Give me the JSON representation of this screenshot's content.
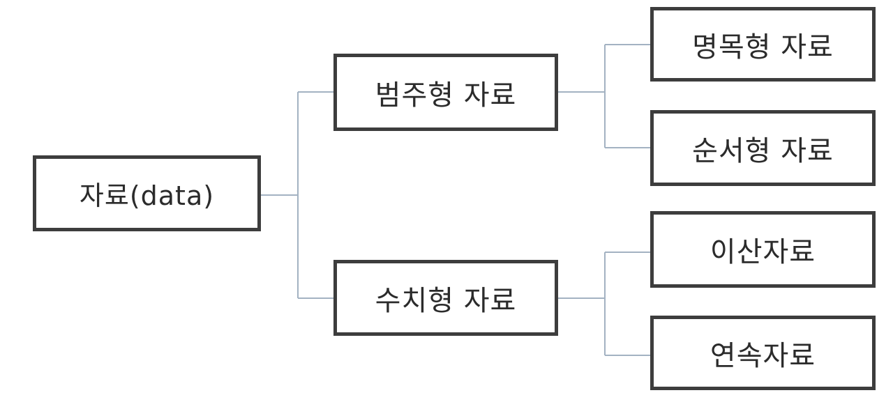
{
  "diagram": {
    "title_implicit": "data type classification tree",
    "nodes": [
      {
        "id": "root",
        "label": "자료(data)"
      },
      {
        "id": "categorical",
        "label": "범주형 자료"
      },
      {
        "id": "numerical",
        "label": "수치형 자료"
      },
      {
        "id": "nominal",
        "label": "명목형 자료"
      },
      {
        "id": "ordinal",
        "label": "순서형 자료"
      },
      {
        "id": "discrete",
        "label": "이산자료"
      },
      {
        "id": "continuous",
        "label": "연속자료"
      }
    ],
    "edges": [
      {
        "from": "root",
        "to": "categorical"
      },
      {
        "from": "root",
        "to": "numerical"
      },
      {
        "from": "categorical",
        "to": "nominal"
      },
      {
        "from": "categorical",
        "to": "ordinal"
      },
      {
        "from": "numerical",
        "to": "discrete"
      },
      {
        "from": "numerical",
        "to": "continuous"
      }
    ],
    "colors": {
      "background": "#ffffff",
      "box_border": "#3d3d3d",
      "text": "#2b2b2b",
      "connector": "#a3b2c2"
    }
  }
}
